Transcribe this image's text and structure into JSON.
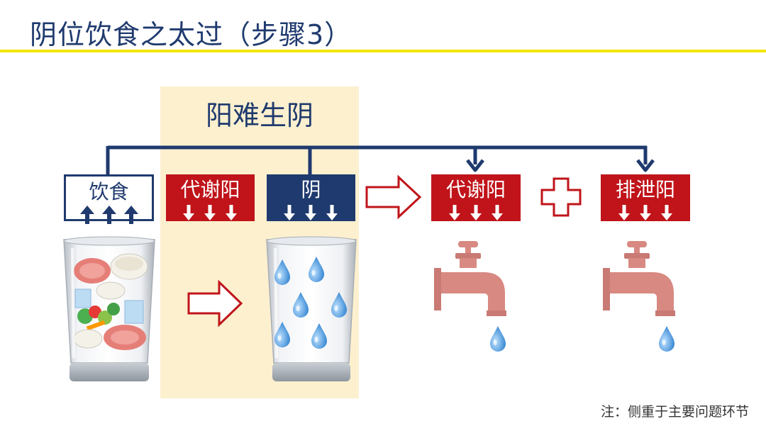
{
  "slide": {
    "title": "阴位饮食之太过（步骤3）",
    "note": "注：侧重于主要问题环节"
  },
  "panel": {
    "title": "阳难生阴"
  },
  "boxes": {
    "food": "饮食",
    "metabolic_yang_1": "代谢阳",
    "yin": "阴",
    "metabolic_yang_2": "代谢阳",
    "excretion_yang": "排泄阳"
  },
  "colors": {
    "navy": "#1f3a6e",
    "red": "#c0141a",
    "yellow_line": "#f2e600",
    "panel_bg": "#fdf0cf",
    "faucet": "#d88982",
    "water": "#3d8fd6"
  },
  "icons": [
    "food-glass-icon",
    "water-glass-icon",
    "faucet-icon",
    "water-drop-icon",
    "arrow-right-outline-icon",
    "plus-outline-icon"
  ]
}
